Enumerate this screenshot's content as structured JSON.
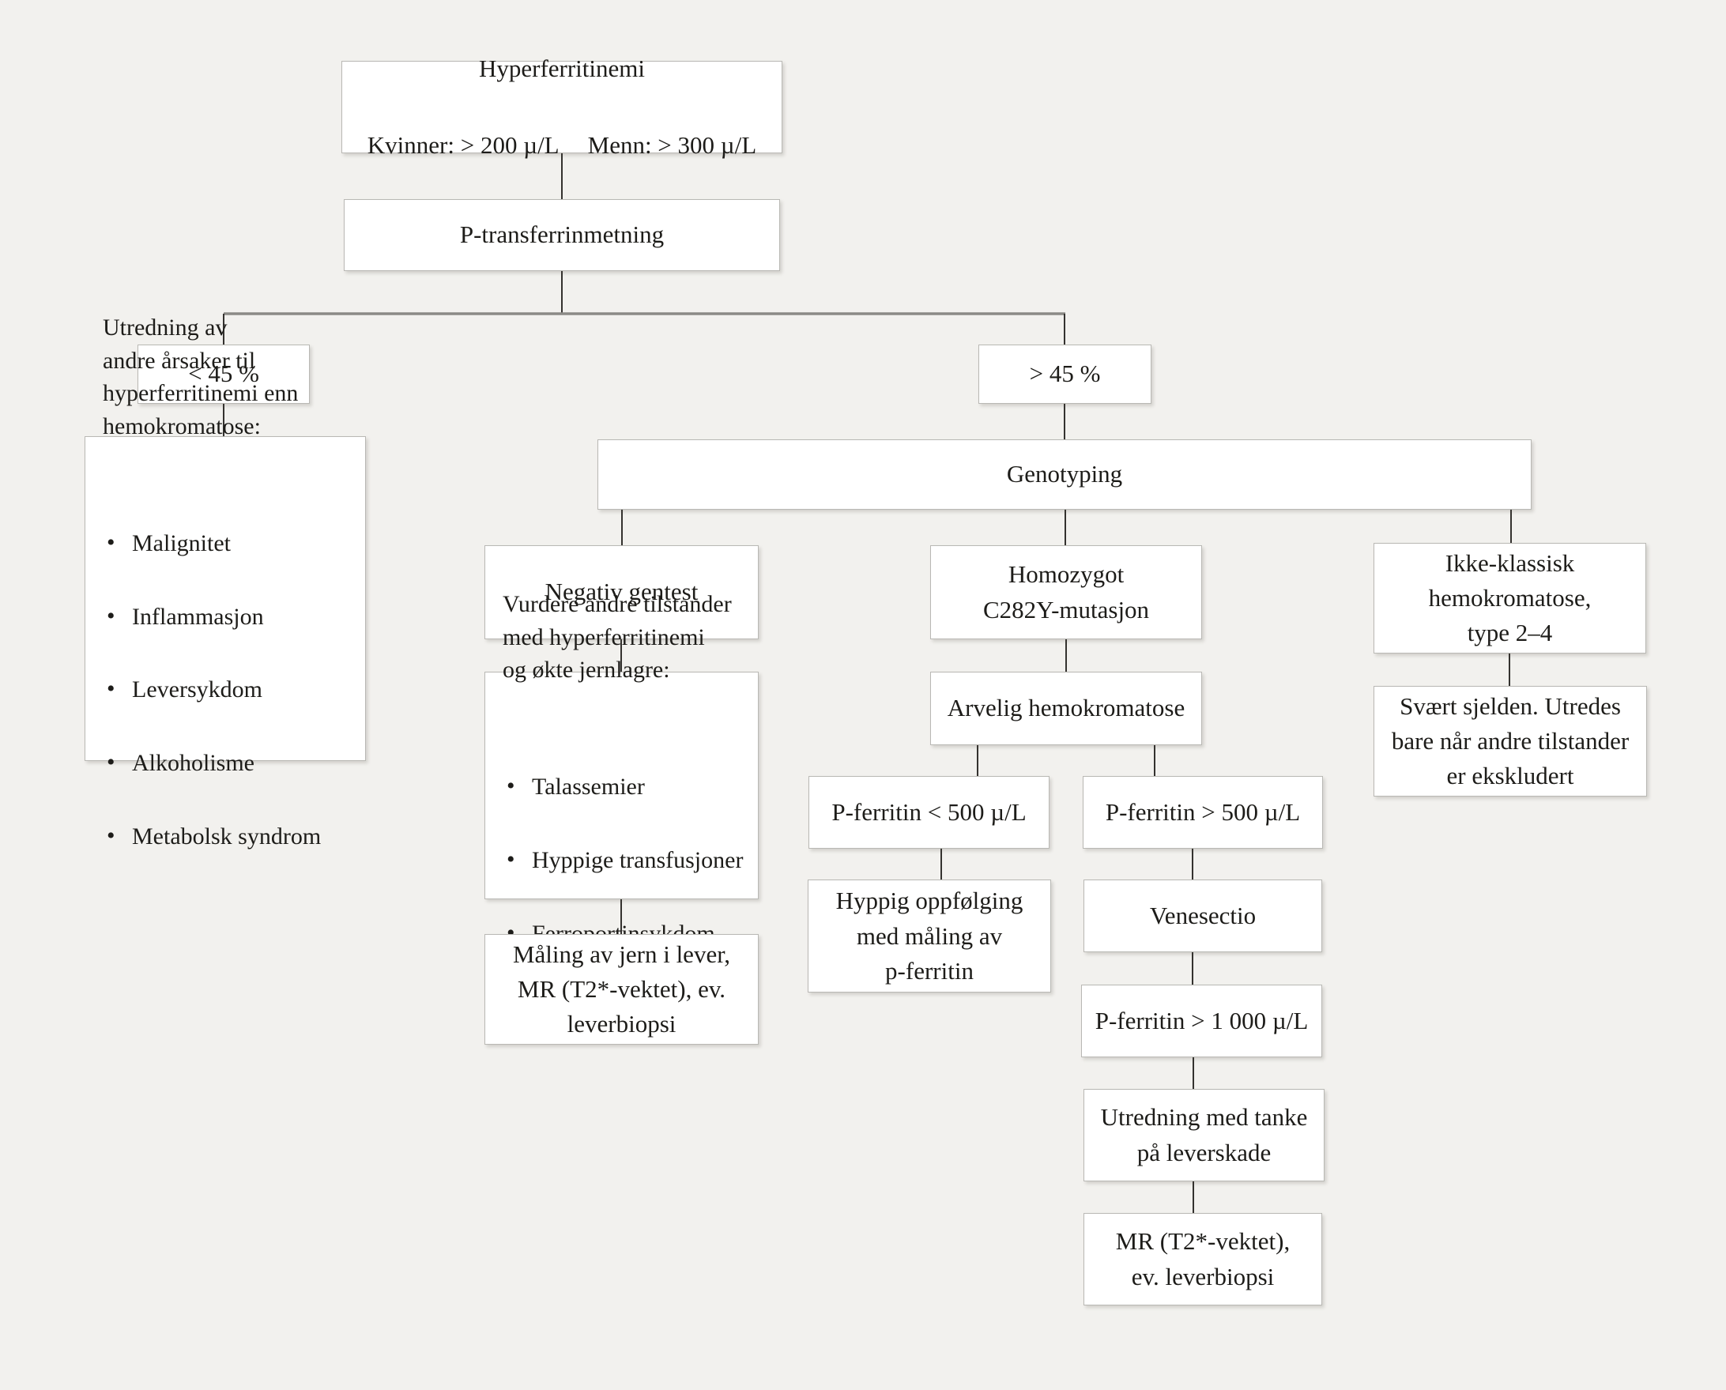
{
  "nodes": {
    "hyperferritinemi": {
      "title": "Hyperferritinemi",
      "criteria_women": "Kvinner: > 200 µ/L",
      "criteria_men": "Menn: > 300 µ/L"
    },
    "p_transferrinmetning": {
      "label": "P-transferrinmetning"
    },
    "lt45": {
      "label": "< 45 %"
    },
    "gt45": {
      "label": "> 45 %"
    },
    "other_causes": {
      "title": "Utredning av\nandre årsaker til\nhyperferritinemi enn\nhemokromatose:",
      "items": [
        "Malignitet",
        "Inflammasjon",
        "Leversykdom",
        "Alkoholisme",
        "Metabolsk syndrom"
      ]
    },
    "genotyping": {
      "label": "Genotyping"
    },
    "negativ_gentest": {
      "label": "Negativ gentest"
    },
    "homozygot": {
      "label": "Homozygot\nC282Y-mutasjon"
    },
    "ikke_klassisk": {
      "label": "Ikke-klassisk\nhemokromatose,\ntype 2–4"
    },
    "vurdere_andre": {
      "title": "Vurdere andre tilstander\nmed hyperferritinemi\nog økte jernlagre:",
      "items": [
        "Talassemier",
        "Hyppige transfusjoner",
        "Ferroportinsykdom"
      ]
    },
    "maling_jern": {
      "label": "Måling av jern i lever,\nMR (T2*-vektet), ev.\nleverbiopsi"
    },
    "arvelig": {
      "label": "Arvelig hemokromatose"
    },
    "p_ferritin_lt_500": {
      "label": "P-ferritin < 500 µ/L"
    },
    "p_ferritin_gt_500": {
      "label": "P-ferritin > 500 µ/L"
    },
    "hyppig_oppfolging": {
      "label": "Hyppig oppfølging\nmed måling av\np-ferritin"
    },
    "venesectio": {
      "label": "Venesectio"
    },
    "p_ferritin_gt_1000": {
      "label": "P-ferritin > 1 000 µ/L"
    },
    "utredning_leverskade": {
      "label": "Utredning med tanke\npå leverskade"
    },
    "mr_t2": {
      "label": "MR (T2*-vektet),\nev. leverbiopsi"
    },
    "svart_sjelden": {
      "label": "Svært sjelden. Utredes\nbare når andre tilstander\ner ekskludert"
    }
  },
  "colors": {
    "background": "#f2f1ee",
    "box_fill": "#ffffff",
    "box_border": "#b9b8b4",
    "connector": "#34322f",
    "branch_connector": "#8b8a86",
    "text": "#1d1c19"
  }
}
